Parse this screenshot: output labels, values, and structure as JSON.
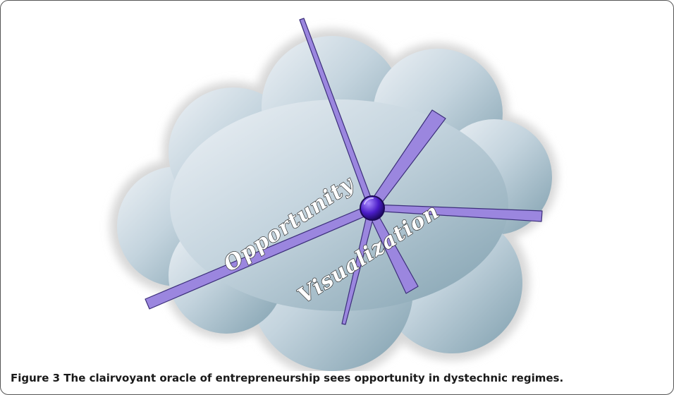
{
  "figure": {
    "words": [
      "Opportunity",
      "Visualization"
    ],
    "caption_label": "Figure 3",
    "caption_text": "The clairvoyant oracle of entrepreneurship sees opportunity in dystechnic regimes."
  },
  "colors": {
    "spoke": "#9b86df",
    "spoke_edge": "#3c2f7a",
    "hub": "#4a1cc7",
    "cloud": "#b9ccd6",
    "cloud_glow": "#e3e3e3"
  }
}
